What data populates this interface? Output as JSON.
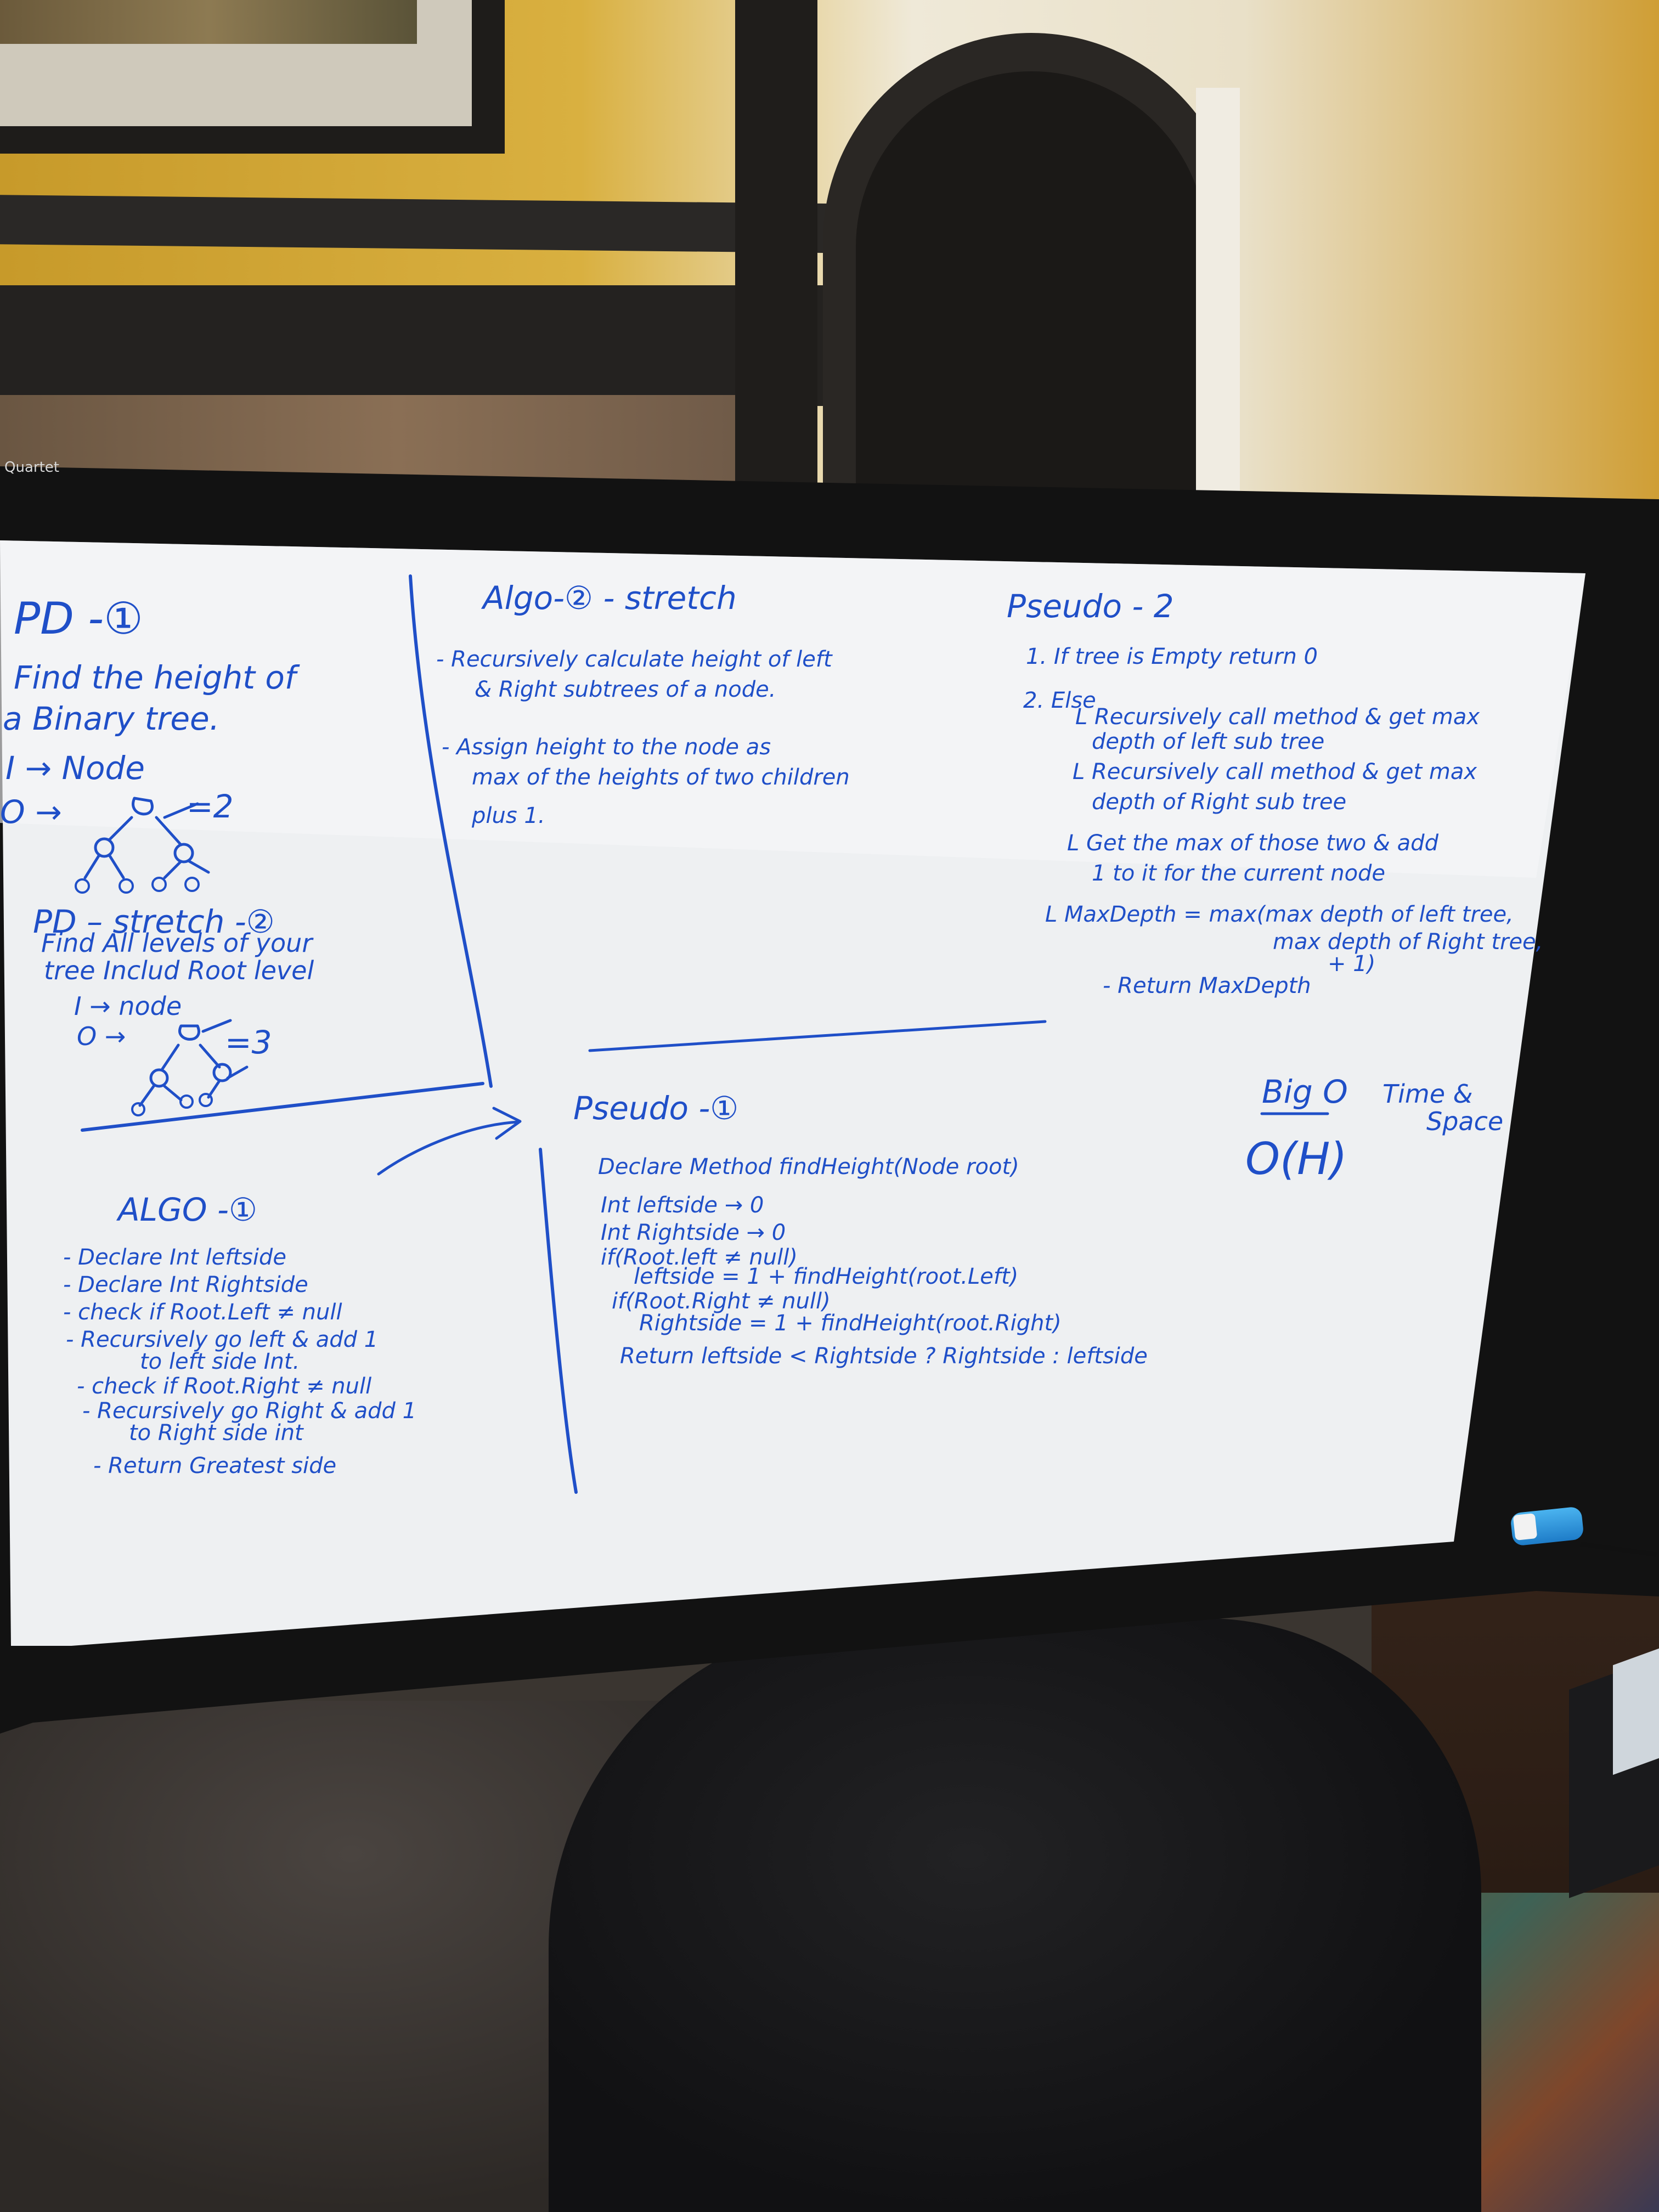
{
  "board": {
    "brand": "Quartet",
    "pd1": {
      "title": "PD -①",
      "lines": [
        "Find the height of",
        "a Binary tree.",
        "I → Node",
        "O →"
      ],
      "tree_label": "=2"
    },
    "pd_stretch": {
      "title": "PD – stretch -②",
      "lines": [
        "Find All levels of your",
        "tree Includ Root level",
        "I → node",
        "O →"
      ],
      "tree_label": "=3"
    },
    "algo2": {
      "title": "Algo-② - stretch",
      "lines": [
        "- Recursively calculate height of left",
        "& Right subtrees of a node.",
        "- Assign height to the node as",
        "max of the heights of two children",
        "plus 1."
      ]
    },
    "pseudo2": {
      "title": "Pseudo - 2",
      "lines": [
        "1. If tree is Empty return 0",
        "2. Else",
        "L Recursively call method & get max",
        "depth of left sub tree",
        "L Recursively call method & get max",
        "depth of Right sub tree",
        "L Get the max of those two & add",
        "1 to it for the current node",
        "L MaxDepth = max(max depth of left tree,",
        "max depth of Right tree,",
        "+ 1)",
        "- Return MaxDepth"
      ]
    },
    "algo1": {
      "title": "ALGO -①",
      "lines": [
        "- Declare Int leftside",
        "- Declare Int Rightside",
        "- check if Root.Left ≠ null",
        "- Recursively go left & add 1",
        "to left side Int.",
        "- check if Root.Right ≠ null",
        "- Recursively go Right & add 1",
        "to Right side int",
        "- Return Greatest side"
      ]
    },
    "pseudo1": {
      "title": "Pseudo -①",
      "lines": [
        "Declare Method findHeight(Node root)",
        "Int leftside → 0",
        "Int Rightside → 0",
        "if(Root.left ≠ null)",
        "leftside = 1 + findHeight(root.Left)",
        "if(Root.Right ≠ null)",
        "Rightside = 1 + findHeight(root.Right)",
        "Return leftside < Rightside ? Rightside : leftside"
      ]
    },
    "bigo": {
      "title": "Big O",
      "subtitle_1": "Time &",
      "subtitle_2": "Space",
      "value": "O(H)"
    }
  }
}
